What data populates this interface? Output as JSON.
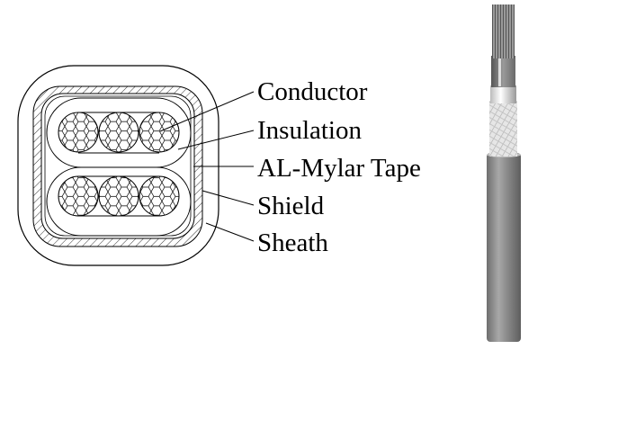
{
  "labels": {
    "conductor": "Conductor",
    "insulation": "Insulation",
    "al_mylar_tape": "AL-Mylar Tape",
    "shield": "Shield",
    "sheath": "Sheath"
  },
  "colors": {
    "line": "#000000",
    "sheath_gray": "#8c8c8c",
    "background": "#ffffff"
  }
}
